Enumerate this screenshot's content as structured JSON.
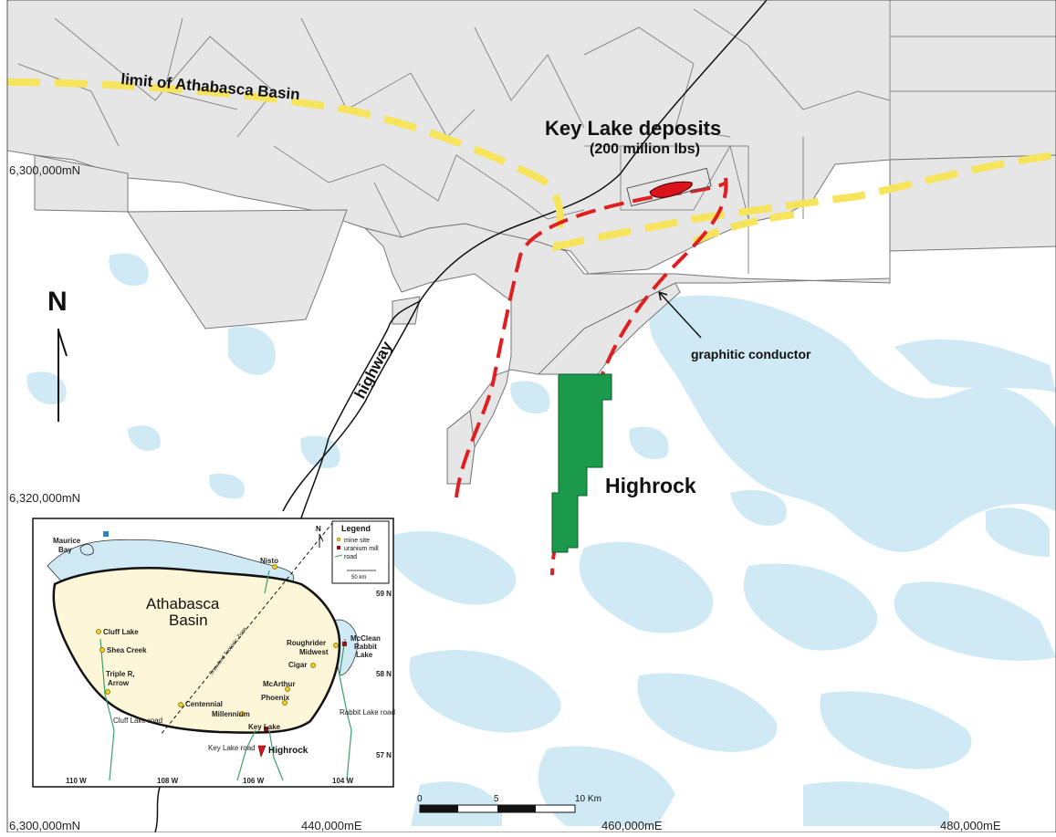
{
  "main_labels": {
    "basin_limit": "limit of Athabasca Basin",
    "key_lake_title": "Key Lake deposits",
    "key_lake_sub": "(200 million lbs)",
    "highway": "highway",
    "conductor": "graphitic conductor",
    "highrock": "Highrock",
    "north": "N"
  },
  "coords": {
    "n_6300_top": "6,300,000mN",
    "n_6320": "6,320,000mN",
    "n_6300_bottom": "6,300,000mN",
    "e_440": "440,000mE",
    "e_460": "460,000mE",
    "e_480": "480,000mE"
  },
  "scale_bar": {
    "labels": [
      "0",
      "5",
      "10 Km"
    ]
  },
  "inset": {
    "basin_name_1": "Athabasca",
    "basin_name_2": "Basin",
    "north": "N",
    "zone": "Snowbird Tectonic Zone",
    "legend": {
      "title": "Legend",
      "items": [
        "mine site",
        "uranium mill",
        "road"
      ],
      "scale": "50 km"
    },
    "places": [
      {
        "name": "Maurice",
        "kind": "label"
      },
      {
        "name": "Bay",
        "kind": "label"
      },
      {
        "name": "Nisto",
        "kind": "mine"
      },
      {
        "name": "Cluff Lake",
        "kind": "mine"
      },
      {
        "name": "Shea Creek",
        "kind": "mine"
      },
      {
        "name": "Triple R,",
        "kind": "label"
      },
      {
        "name": "Arrow",
        "kind": "mine"
      },
      {
        "name": "Centennial",
        "kind": "mine"
      },
      {
        "name": "Roughrider",
        "kind": "mine"
      },
      {
        "name": "Midwest",
        "kind": "mine"
      },
      {
        "name": "McClean",
        "kind": "mine"
      },
      {
        "name": "Rabbit",
        "kind": "label"
      },
      {
        "name": "Lake",
        "kind": "label"
      },
      {
        "name": "Cigar",
        "kind": "mine"
      },
      {
        "name": "McArthur",
        "kind": "mine"
      },
      {
        "name": "Phoenix",
        "kind": "mine"
      },
      {
        "name": "Millennium",
        "kind": "mine"
      },
      {
        "name": "Key Lake",
        "kind": "mill"
      }
    ],
    "roads": [
      "Cluff Lake road",
      "Key Lake road",
      "Rabbit Lake road"
    ],
    "highrock": "Highrock",
    "lat": [
      "59 N",
      "58 N",
      "57 N"
    ],
    "lon": [
      "110 W",
      "108 W",
      "106 W",
      "104 W"
    ]
  },
  "colors": {
    "water": "#cfeaf5",
    "claims": "#e6e6e6",
    "basin_limit": "#f6e45c",
    "conductor": "#e02020",
    "highrock": "#1a9a4a",
    "deposit": "#d9141b",
    "inset_basin": "#fdf6d8"
  }
}
